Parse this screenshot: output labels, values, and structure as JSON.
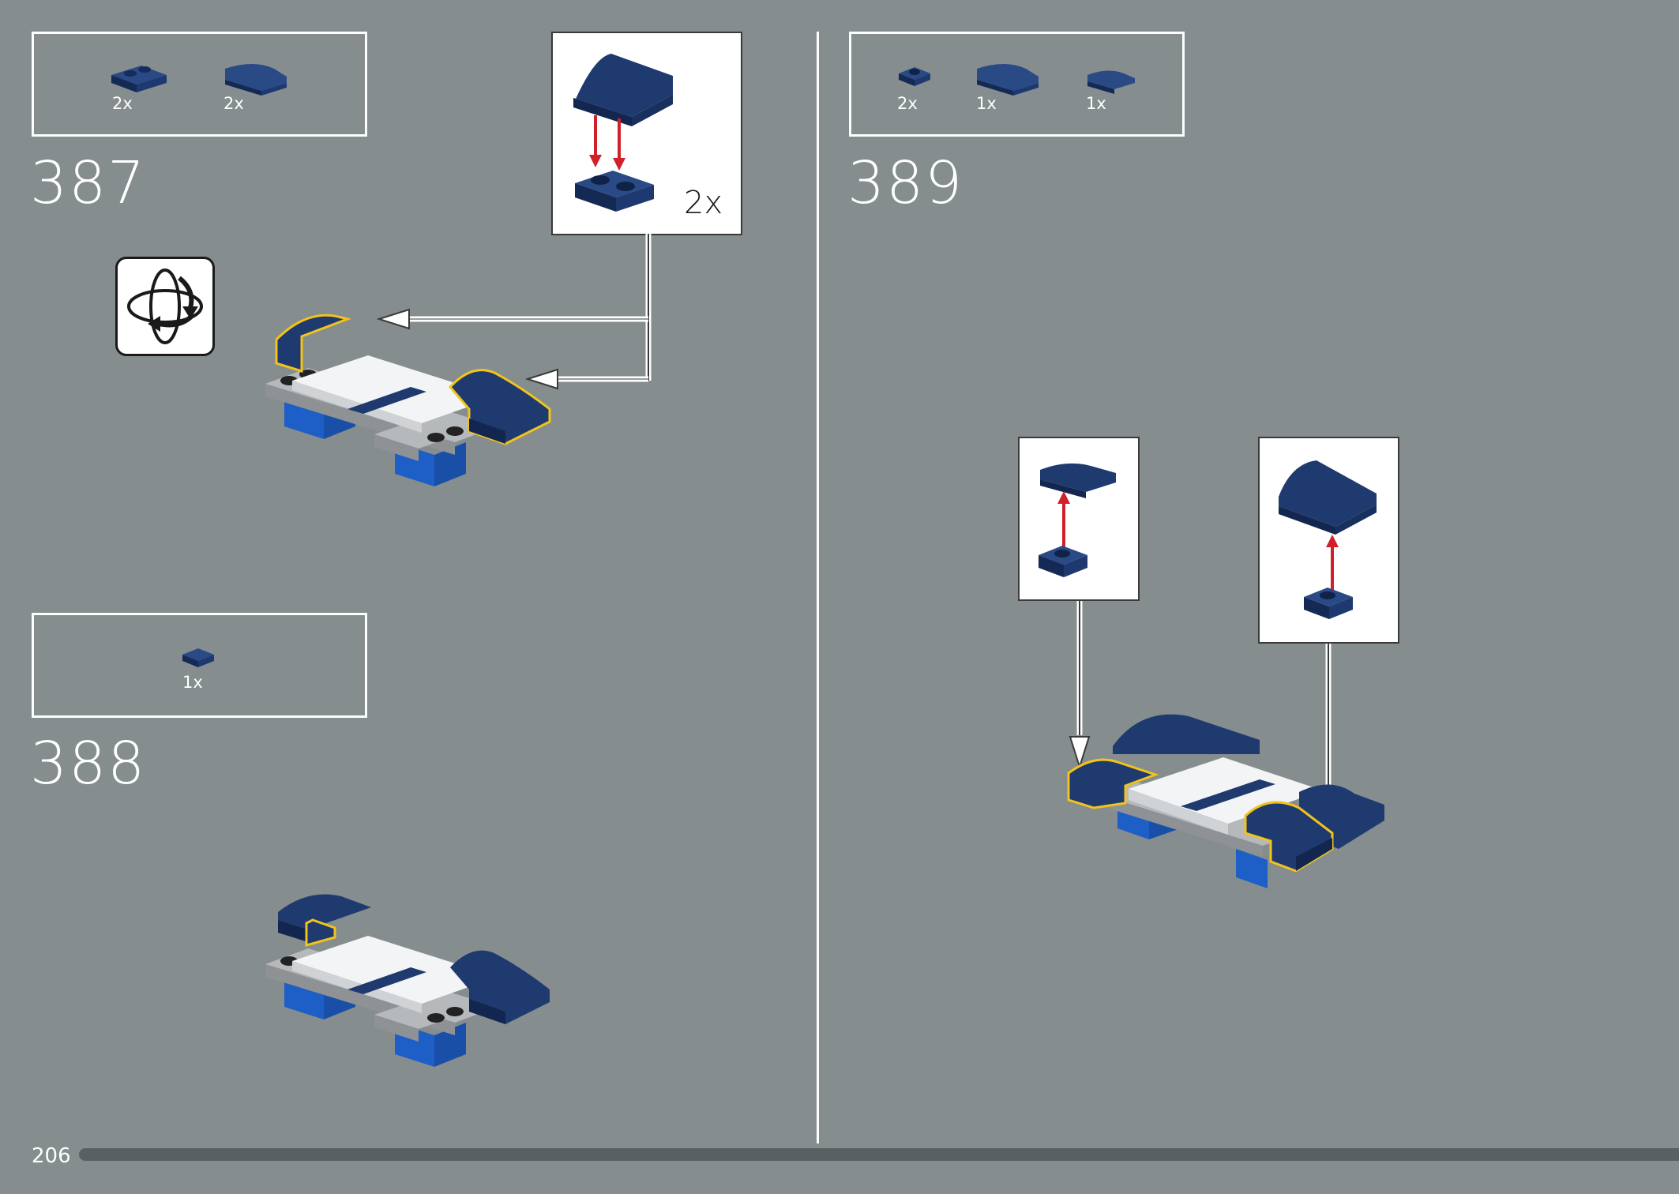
{
  "page": {
    "number": "206",
    "progress": 0.03
  },
  "steps": [
    {
      "number": "387",
      "parts": [
        {
          "name": "plate-1x2-dark-blue",
          "qty": "2x"
        },
        {
          "name": "curved-slope-2x2-dark-blue",
          "qty": "2x"
        }
      ],
      "callout_qty": "2x",
      "has_rotate_icon": true
    },
    {
      "number": "388",
      "parts": [
        {
          "name": "tile-1x1-dark-blue",
          "qty": "1x"
        }
      ]
    },
    {
      "number": "389",
      "parts": [
        {
          "name": "plate-1x1-dark-blue",
          "qty": "2x"
        },
        {
          "name": "curved-slope-2x2-dark-blue",
          "qty": "1x"
        },
        {
          "name": "curved-slope-1x2-dark-blue",
          "qty": "1x"
        }
      ]
    }
  ],
  "colors": {
    "background": "#858d8f",
    "dark_blue": "#1f3a6e",
    "bright_blue": "#1e5fc7",
    "white_brick": "#f2f4f5",
    "grey_brick": "#a8acae",
    "highlight": "#f2c31b",
    "arrow_red": "#d0202a"
  }
}
